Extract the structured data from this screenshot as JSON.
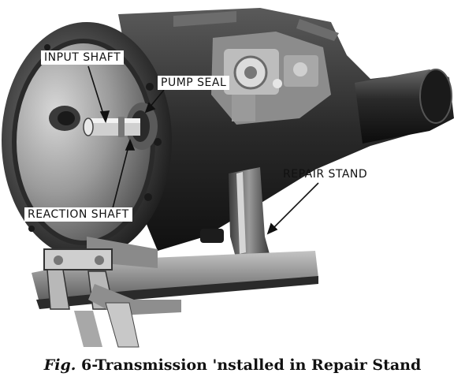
{
  "labels": {
    "input_shaft": "INPUT SHAFT",
    "pump_seal": "PUMP SEAL",
    "reaction_shaft": "REACTION SHAFT",
    "repair_stand": "REPAIR STAND"
  },
  "caption": {
    "fig": "Fig.",
    "text": "6-Transmission 'nstalled in Repair Stand"
  }
}
